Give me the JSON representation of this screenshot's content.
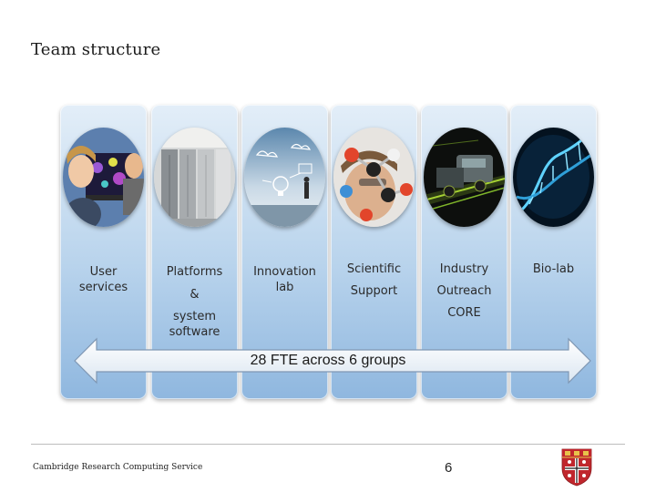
{
  "slide": {
    "title": "Team  structure"
  },
  "groups": [
    {
      "id": "user-services",
      "lines": [
        "User",
        "services"
      ],
      "image_icon": "researchers-at-screen-photo"
    },
    {
      "id": "platforms",
      "lines": [
        "Platforms",
        "&",
        "system",
        "software"
      ],
      "image_icon": "server-racks-photo"
    },
    {
      "id": "innovation-lab",
      "lines": [
        "Innovation",
        "lab"
      ],
      "image_icon": "ideas-lightbulb-photo"
    },
    {
      "id": "scientific-support",
      "lines": [
        "Scientific",
        "Support"
      ],
      "image_icon": "molecule-model-photo"
    },
    {
      "id": "industry-outreach",
      "lines": [
        "Industry",
        "Outreach",
        "CORE"
      ],
      "image_icon": "truck-engineering-photo"
    },
    {
      "id": "bio-lab",
      "lines": [
        "Bio-lab"
      ],
      "image_icon": "dna-helix-photo"
    }
  ],
  "arrow": {
    "label": "28 FTE across 6 groups"
  },
  "footer": {
    "org": "Cambridge Research Computing Service",
    "page_number": "6",
    "logo_icon": "university-crest-icon"
  },
  "colors": {
    "column_top": "#e3eef8",
    "column_bottom": "#8fb7df",
    "crest_red": "#c0272d",
    "crest_gold": "#e8c34a"
  }
}
